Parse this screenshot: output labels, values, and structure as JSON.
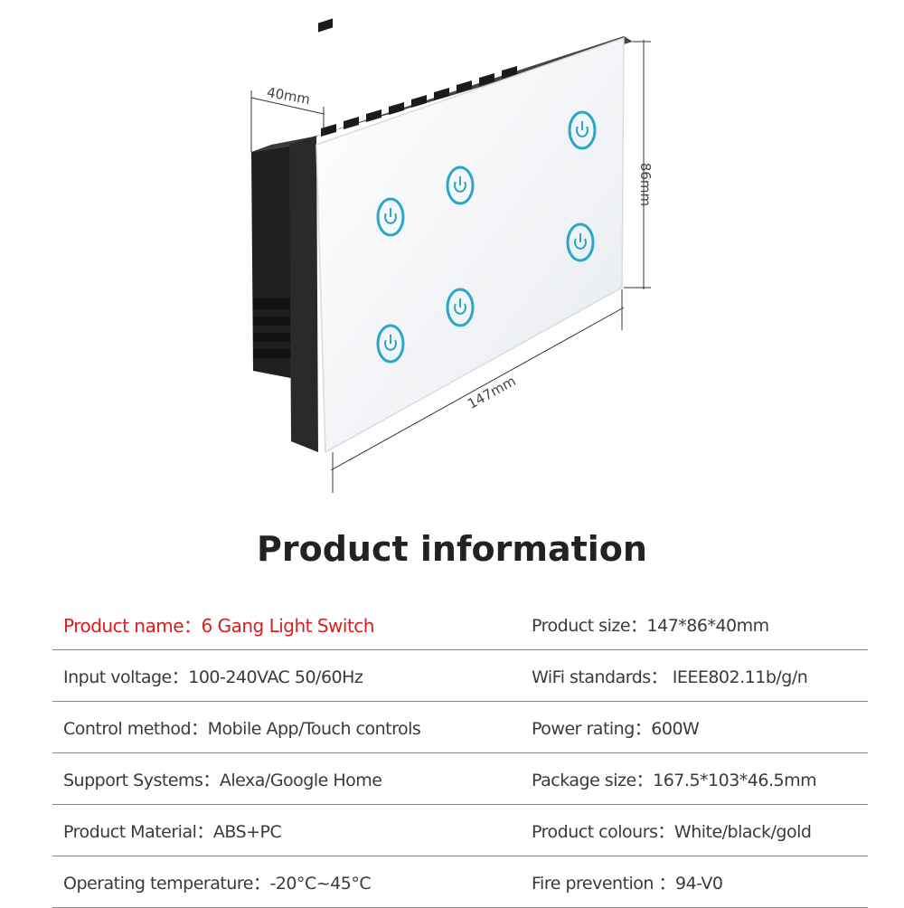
{
  "dimensions": {
    "depth": "40mm",
    "height": "86mm",
    "width": "147mm"
  },
  "title": "Product information",
  "specs": [
    {
      "left": "Product name：6 Gang Light Switch",
      "right": "Product size：147*86*40mm"
    },
    {
      "left": "Input voltage：100-240VAC 50/60Hz",
      "right": "WiFi standards：  IEEE802.11b/g/n"
    },
    {
      "left": "Control method：Mobile App/Touch controls",
      "right": "Power rating：600W"
    },
    {
      "left": "Support Systems：Alexa/Google Home",
      "right": "Package size：167.5*103*46.5mm"
    },
    {
      "left": "Product Material：ABS+PC",
      "right": "Product colours：White/black/gold"
    },
    {
      "left": "Operating temperature：-20°C~45°C",
      "right": "Fire prevention ：94-V0"
    }
  ],
  "colors": {
    "highlight": "#d81e1e",
    "button_ring": "#2aa6c8",
    "panel": "#f2f4f6",
    "frame": "#2a2a2a"
  }
}
